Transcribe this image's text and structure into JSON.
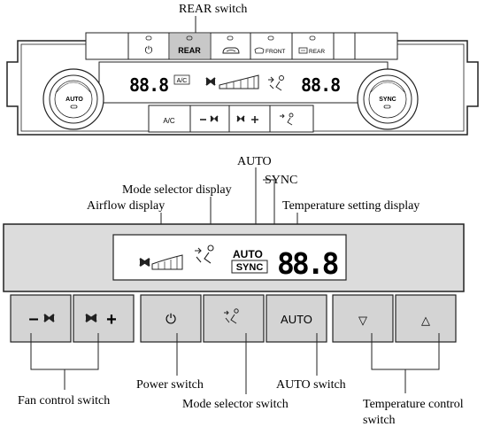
{
  "top_panel": {
    "callout": "REAR switch",
    "buttons": {
      "power": "⏻",
      "rear": "REAR",
      "front_defrost": "FRONT",
      "rear_defrost": "REAR",
      "ac": "A/C"
    },
    "display": {
      "left_temp": "88.8",
      "right_temp": "88.8",
      "ac_indicator": "A/C"
    },
    "dials": {
      "left": "AUTO",
      "right": "SYNC"
    }
  },
  "callouts": {
    "auto": "AUTO",
    "sync": "SYNC",
    "mode_selector_display": "Mode selector display",
    "airflow_display": "Airflow display",
    "temperature_setting_display": "Temperature setting display",
    "fan_control_switch": "Fan control switch",
    "power_switch": "Power switch",
    "mode_selector_switch": "Mode selector switch",
    "auto_switch": "AUTO switch",
    "temperature_control_switch_l1": "Temperature control",
    "temperature_control_switch_l2": "switch"
  },
  "bottom_panel": {
    "display": {
      "auto": "AUTO",
      "sync": "SYNC",
      "temp": "88.8"
    },
    "buttons": {
      "fan_down": "–",
      "fan_up": "+",
      "power": "⏻",
      "auto": "AUTO",
      "temp_down": "▽",
      "temp_up": "△"
    }
  },
  "colors": {
    "panel_fill": "#dcdcdc",
    "button_fill": "#d4d4d4",
    "highlight": "#c8c8c8",
    "line": "#222222"
  }
}
